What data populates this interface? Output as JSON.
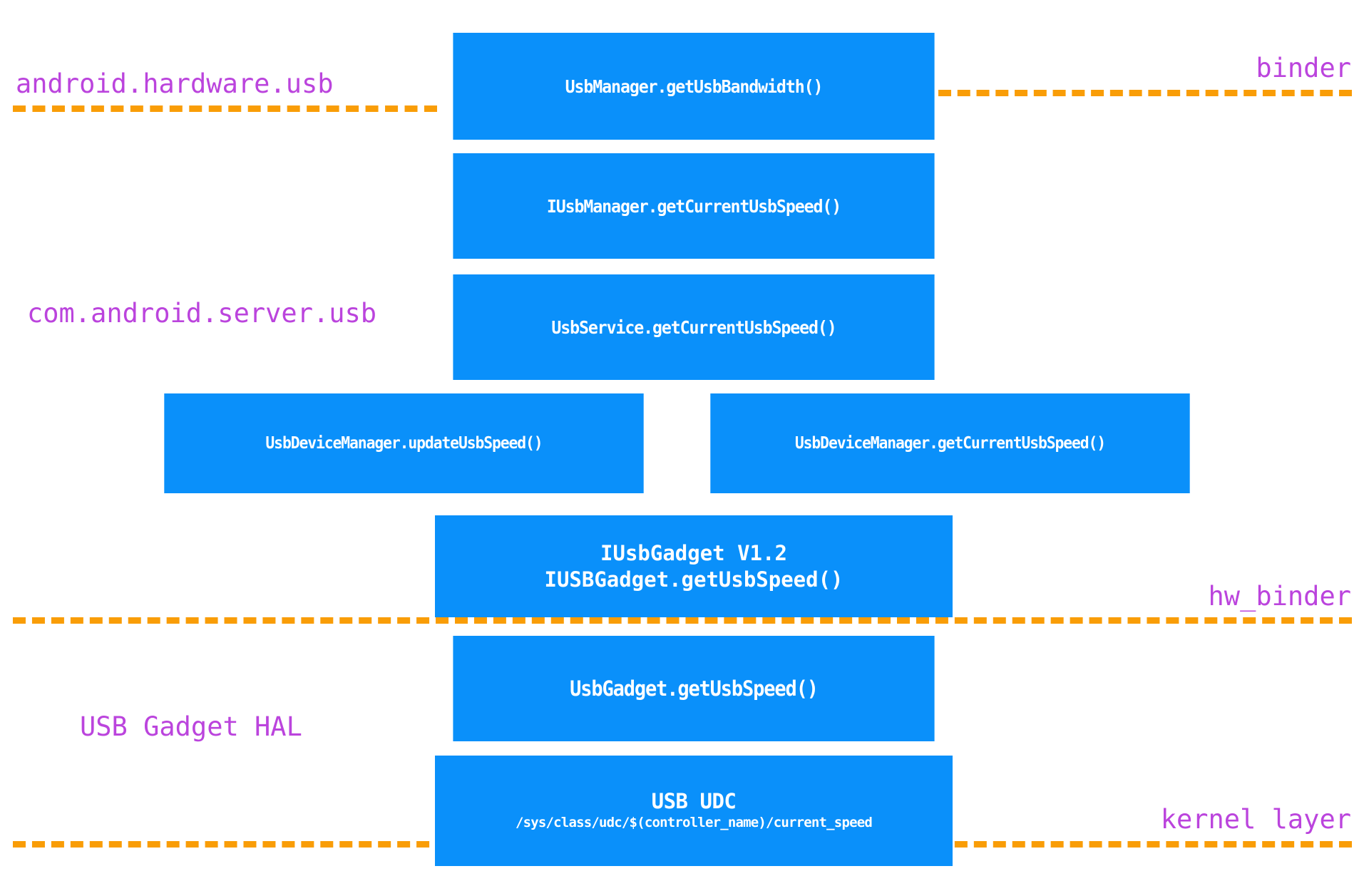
{
  "diagram": {
    "title": "Android USB speed query call stack",
    "colors": {
      "box_fill": "#0a90fa",
      "box_text": "#ffffff",
      "separator": "#f99d07",
      "layer_label": "#bb44dd",
      "background": "#ffffff"
    },
    "boxes": [
      {
        "id": "usb-manager-get-usb-bandwidth",
        "line1": "UsbManager.getUsbBandwidth()",
        "line2": ""
      },
      {
        "id": "iusb-manager-get-current-usb-speed",
        "line1": "IUsbManager.getCurrentUsbSpeed()",
        "line2": ""
      },
      {
        "id": "usb-service-get-current-usb-speed",
        "line1": "UsbService.getCurrentUsbSpeed()",
        "line2": ""
      },
      {
        "id": "usb-device-manager-update-usb-speed",
        "line1": "UsbDeviceManager.updateUsbSpeed()",
        "line2": ""
      },
      {
        "id": "usb-device-manager-get-current-usb-speed",
        "line1": "UsbDeviceManager.getCurrentUsbSpeed()",
        "line2": ""
      },
      {
        "id": "iusb-gadget-v1-2",
        "line1": "IUsbGadget V1.2",
        "line2": "IUSBGadget.getUsbSpeed()"
      },
      {
        "id": "usb-gadget-get-usb-speed",
        "line1": "UsbGadget.getUsbSpeed()",
        "line2": ""
      },
      {
        "id": "usb-udc",
        "line1": "USB UDC",
        "line2": "/sys/class/udc/$(controller_name)/current_speed"
      }
    ],
    "layer_labels": [
      {
        "id": "android-hardware-usb",
        "text": "android.hardware.usb"
      },
      {
        "id": "binder",
        "text": "binder"
      },
      {
        "id": "com-android-server-usb",
        "text": "com.android.server.usb"
      },
      {
        "id": "hw-binder",
        "text": "hw_binder"
      },
      {
        "id": "usb-gadget-hal",
        "text": "USB Gadget HAL"
      },
      {
        "id": "kernel-layer",
        "text": "kernel layer"
      }
    ]
  }
}
